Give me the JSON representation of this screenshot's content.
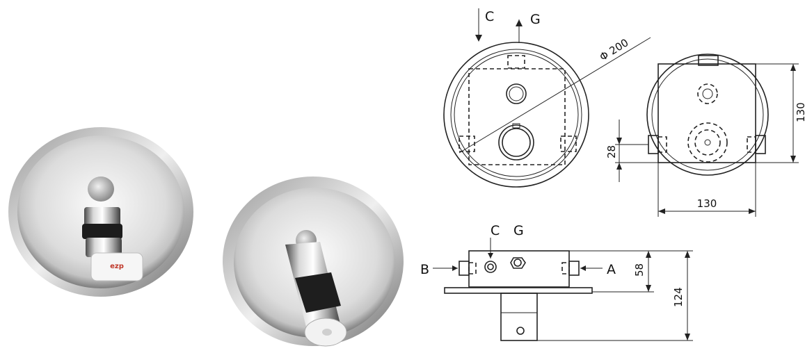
{
  "product_photos": {
    "brand_mark": "ezp"
  },
  "drawings": {
    "top_view": {
      "label_c": "C",
      "label_g": "G",
      "diameter": "Φ 200"
    },
    "back_view": {
      "height_dim": "130",
      "width_dim": "130",
      "offset_dim": "28"
    },
    "side_view": {
      "label_c": "C",
      "label_g": "G",
      "label_a": "A",
      "label_b": "B",
      "box_dim": "58",
      "total_dim": "124"
    }
  }
}
